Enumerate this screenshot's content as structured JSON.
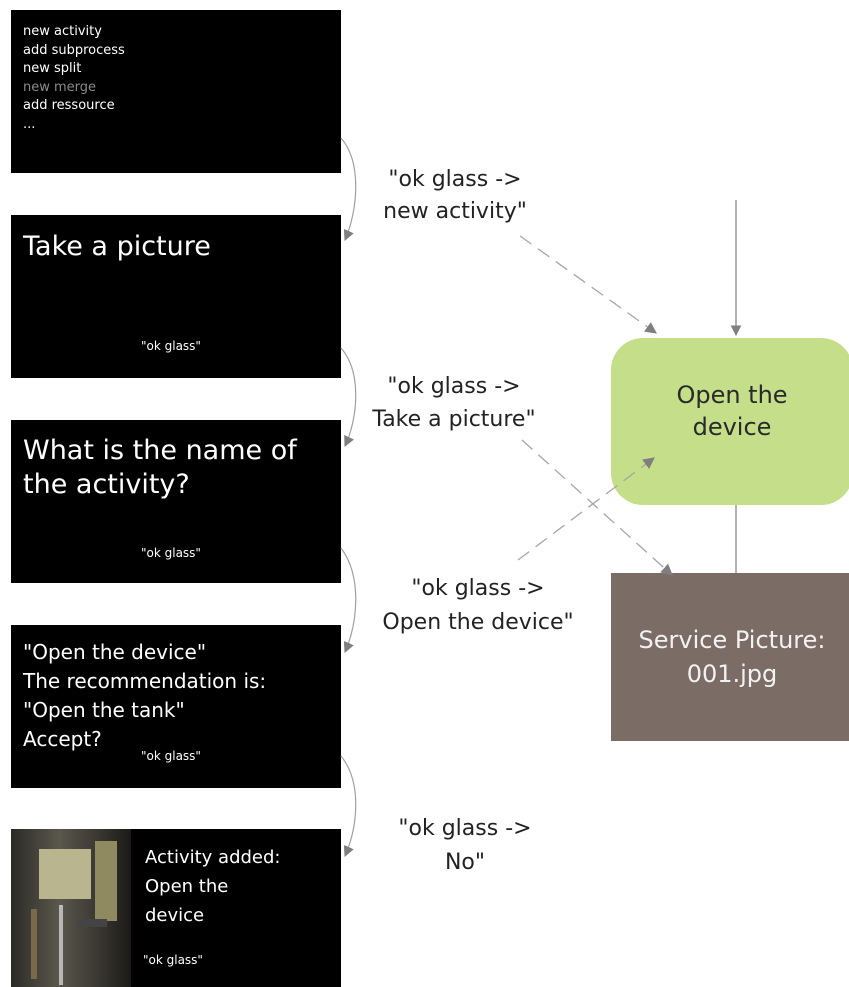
{
  "menu": {
    "items": [
      {
        "label": "new activity",
        "disabled": false
      },
      {
        "label": "add subprocess",
        "disabled": false
      },
      {
        "label": "new split",
        "disabled": false
      },
      {
        "label": "new merge",
        "disabled": true
      },
      {
        "label": "add ressource",
        "disabled": false
      },
      {
        "label": "...",
        "disabled": false
      }
    ]
  },
  "cards": {
    "take_picture": {
      "title": "Take a picture",
      "hint": "\"ok glass\""
    },
    "name_question": {
      "title": "What is the name of\nthe activity?",
      "hint": "\"ok glass\""
    },
    "recommendation": {
      "title": "\"Open the device\"\nThe recommendation is:\n\"Open the tank\"\nAccept?",
      "hint": "\"ok glass\""
    },
    "activity_added": {
      "title": "Activity added:\nOpen the\ndevice",
      "hint": "\"ok glass\""
    }
  },
  "commands": {
    "new_activity": "\"ok glass ->\nnew activity\"",
    "take_picture": "\"ok glass ->\nTake a picture\"",
    "open_device": "\"ok glass ->\nOpen the device\"",
    "no": "\"ok glass ->\nNo\""
  },
  "nodes": {
    "activity": {
      "label": "Open the\ndevice",
      "color": "#c5de8a"
    },
    "resource": {
      "label": "Service Picture:\n001.jpg",
      "color": "#7b6d66"
    }
  },
  "colors": {
    "card_bg": "#000000",
    "edge": "#7f7f7f",
    "dashed_edge": "#9a9a9a"
  }
}
